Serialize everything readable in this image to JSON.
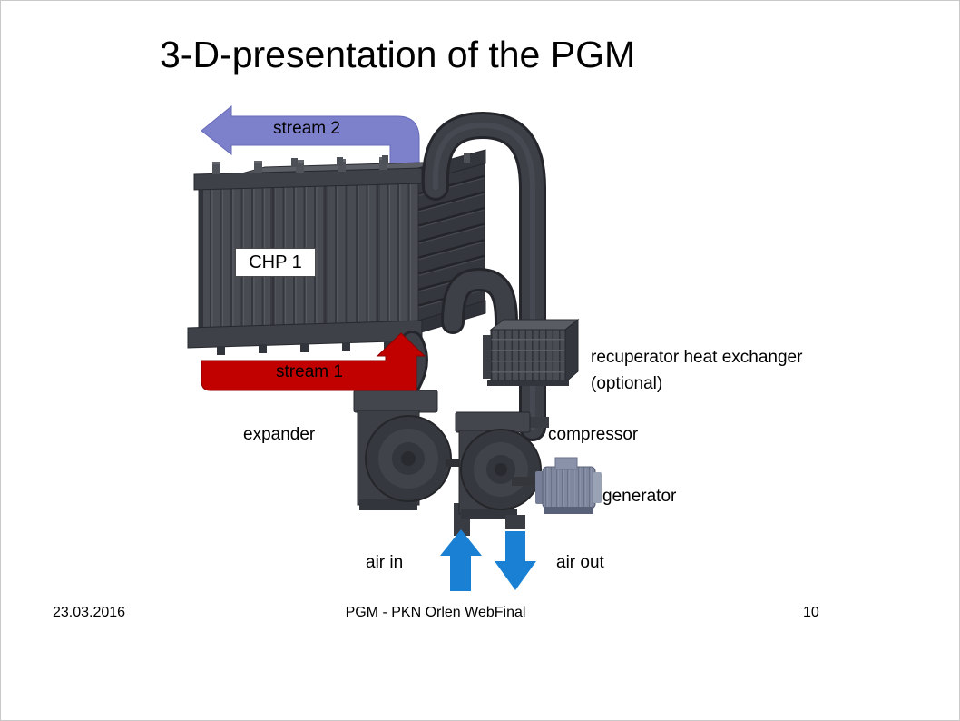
{
  "slide": {
    "title": "3-D-presentation of the PGM",
    "footer": {
      "date": "23.03.2016",
      "doc_name": "PGM - PKN Orlen WebFinal",
      "page_number": "10"
    }
  },
  "diagram": {
    "labels": {
      "stream2": "stream 2",
      "chp1": "CHP 1",
      "stream1": "stream 1",
      "recuperator": "recuperator heat exchanger (optional)",
      "expander": "expander",
      "compressor": "compressor",
      "generator": "generator",
      "air_in": "air in",
      "air_out": "air out"
    },
    "colors": {
      "stream2_arrow": "#7d81cc",
      "stream1_arrow": "#c10000",
      "air_arrow": "#1a80d4"
    }
  }
}
